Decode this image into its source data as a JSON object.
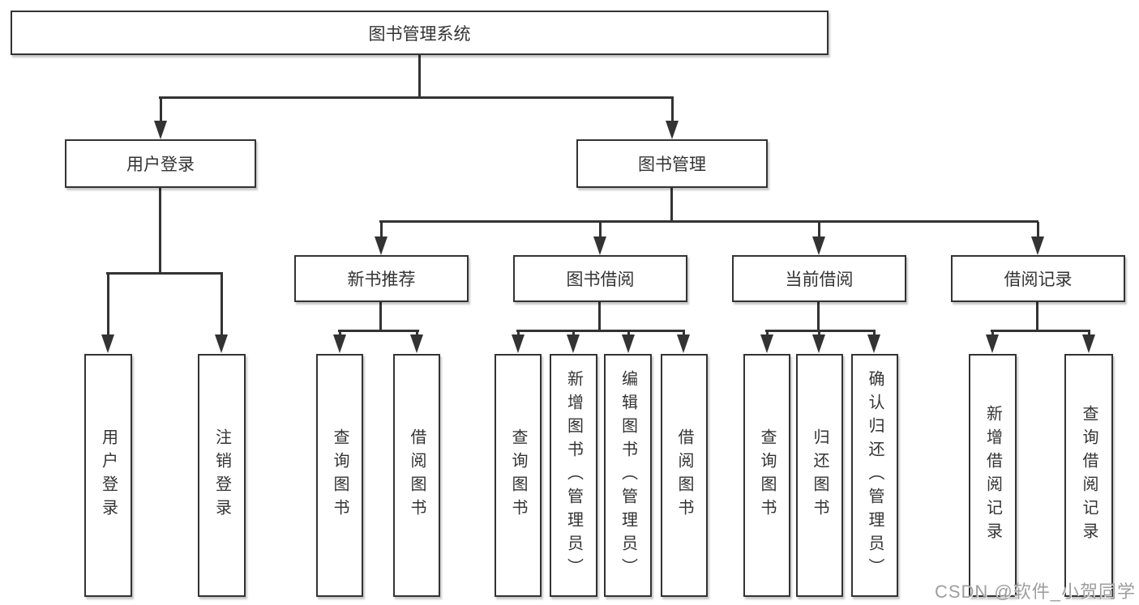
{
  "diagram": {
    "nodes": {
      "root": "图书管理系统",
      "user_login": "用户登录",
      "book_mgmt": "图书管理",
      "new_books": "新书推荐",
      "book_borrow": "图书借阅",
      "current_borrow": "当前借阅",
      "borrow_records": "借阅记录",
      "leaf_user_login": "用户登录",
      "leaf_logout": "注销登录",
      "leaf_nb_query": "查询图书",
      "leaf_nb_borrow": "借阅图书",
      "leaf_bb_query": "查询图书",
      "leaf_bb_add": "新增图书（管理员）",
      "leaf_bb_edit": "编辑图书（管理员）",
      "leaf_bb_borrow": "借阅图书",
      "leaf_cb_query": "查询图书",
      "leaf_cb_return": "归还图书",
      "leaf_cb_confirm": "确认归还（管理员）",
      "leaf_rec_add": "新增借阅记录",
      "leaf_rec_query": "查询借阅记录"
    },
    "watermark": "CSDN @软件_小贺同学",
    "colors": {
      "line": "#333333",
      "text": "#333333",
      "background": "#ffffff",
      "watermark": "#9e9e9e"
    }
  }
}
